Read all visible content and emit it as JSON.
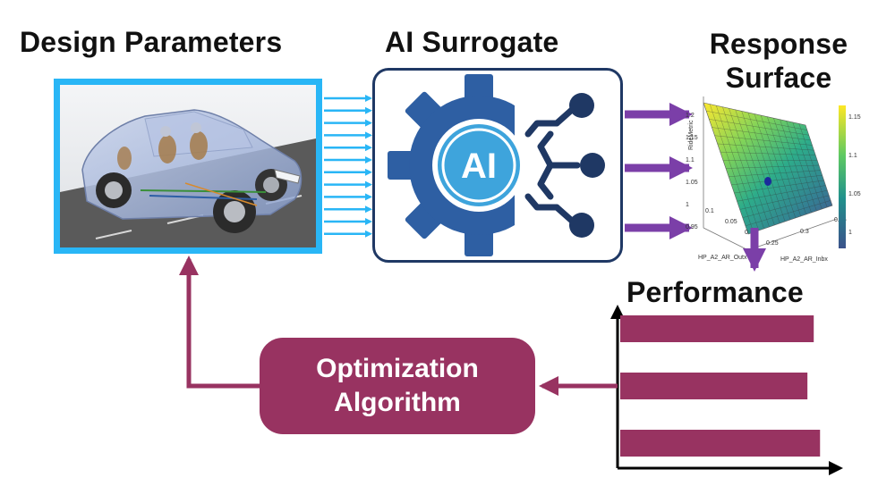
{
  "titles": {
    "design_parameters": "Design Parameters",
    "ai_surrogate": "AI Surrogate",
    "response_surface": "Response Surface",
    "performance": "Performance"
  },
  "ai_badge": "AI",
  "optimization": {
    "line1": "Optimization",
    "line2": "Algorithm"
  },
  "surface_plot": {
    "z_label": "RideMetric",
    "x_label": "HP_A2_AR_Outx",
    "y_label": "HP_A2_AR_Inbx",
    "z_ticks": [
      "1.2",
      "1.15",
      "1.1",
      "1.05",
      "1",
      "0.95"
    ],
    "x_ticks": [
      "0.1",
      "0.05",
      "0"
    ],
    "y_ticks": [
      "0.25",
      "0.3",
      "0.35"
    ],
    "colorbar_ticks": [
      "1.15",
      "1.1",
      "1.05",
      "1"
    ]
  },
  "performance_bars": [
    0.92,
    0.89,
    0.95
  ],
  "colors": {
    "sky_blue": "#29b6f6",
    "navy": "#1f3864",
    "gear_blue": "#2e5fa3",
    "ai_circle": "#3ea4dc",
    "purple_arrow": "#7b3fa8",
    "maroon": "#983361",
    "road": "#5a5a5a"
  },
  "icons": [
    "gear-icon",
    "circuit-icon",
    "car-cutaway-image",
    "surface-plot"
  ]
}
